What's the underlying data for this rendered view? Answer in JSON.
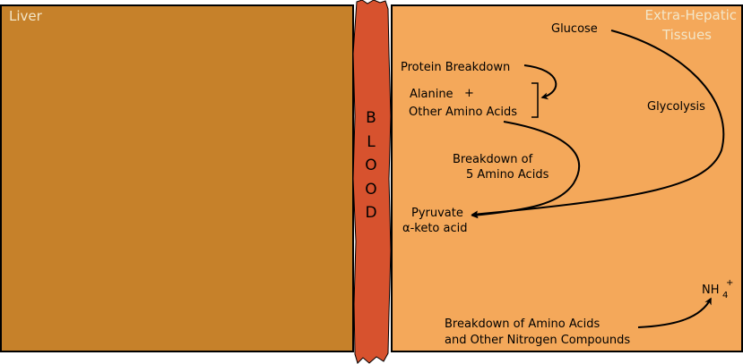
{
  "colors": {
    "liver": "#c6812a",
    "blood": "#d7522e",
    "tissue": "#f4a85a",
    "border": "#000000",
    "label_light": "#f3e6c8"
  },
  "regions": {
    "liver_label": "Liver",
    "tissue_label_line1": "Extra-Hepatic",
    "tissue_label_line2": "Tissues",
    "blood_letters": [
      "B",
      "L",
      "O",
      "O",
      "D"
    ]
  },
  "nodes": {
    "glucose": "Glucose",
    "protein_breakdown": "Protein Breakdown",
    "alanine": "Alanine",
    "plus": "+",
    "other_amino_acids": "Other Amino Acids",
    "glycolysis": "Glycolysis",
    "breakdown_of": "Breakdown of",
    "five_amino_acids": "5 Amino Acids",
    "pyruvate": "Pyruvate",
    "alpha_keto_acid": "α-keto acid",
    "nh4_base": "NH",
    "nh4_sub": "4",
    "nh4_sup": "+",
    "breakdown_amino_line1": "Breakdown of Amino Acids",
    "breakdown_amino_line2": "and Other Nitrogen Compounds"
  }
}
